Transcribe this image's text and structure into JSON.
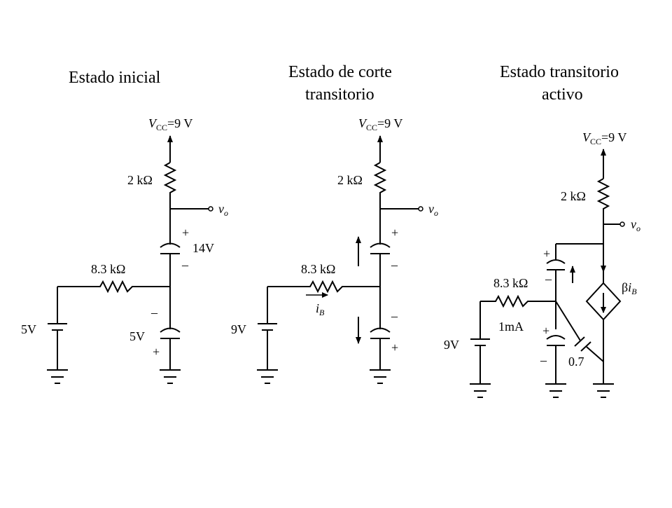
{
  "panel1": {
    "title": "Estado inicial",
    "vcc_label": "V",
    "vcc_sub": "CC",
    "vcc_value": "=9 V",
    "rc_label": "2 kΩ",
    "vo_label": "v",
    "vo_sub": "o",
    "rb_label": "8.3 kΩ",
    "cap_top_plus": "+",
    "cap_top_minus": "–",
    "cap_top_voltage": "14V",
    "cap_bot_minus": "–",
    "cap_bot_plus": "+",
    "cap_bot_voltage": "5V",
    "source_label": "5V"
  },
  "panel2": {
    "title_line1": "Estado de corte",
    "title_line2": "transitorio",
    "vcc_label": "V",
    "vcc_sub": "CC",
    "vcc_value": "=9 V",
    "rc_label": "2 kΩ",
    "vo_label": "v",
    "vo_sub": "o",
    "rb_label": "8.3 kΩ",
    "ib_label": "i",
    "ib_sub": "B",
    "cap_top_plus": "+",
    "cap_top_minus": "–",
    "cap_bot_minus": "–",
    "cap_bot_plus": "+",
    "source_label": "9V"
  },
  "panel3": {
    "title_line1": "Estado transitorio",
    "title_line2": "activo",
    "vcc_label": "V",
    "vcc_sub": "CC",
    "vcc_value": "=9 V",
    "rc_label": "2 kΩ",
    "vo_label": "v",
    "vo_sub": "o",
    "rb_label": "8.3 kΩ",
    "current_label": "1mA",
    "beta_symbol": "β",
    "beta_i": "i",
    "beta_sub": "B",
    "cap_top_plus": "+",
    "cap_top_minus": "–",
    "cap_bot_plus": "+",
    "cap_bot_minus": "–",
    "diode_label": "0.7",
    "source_label": "9V"
  }
}
